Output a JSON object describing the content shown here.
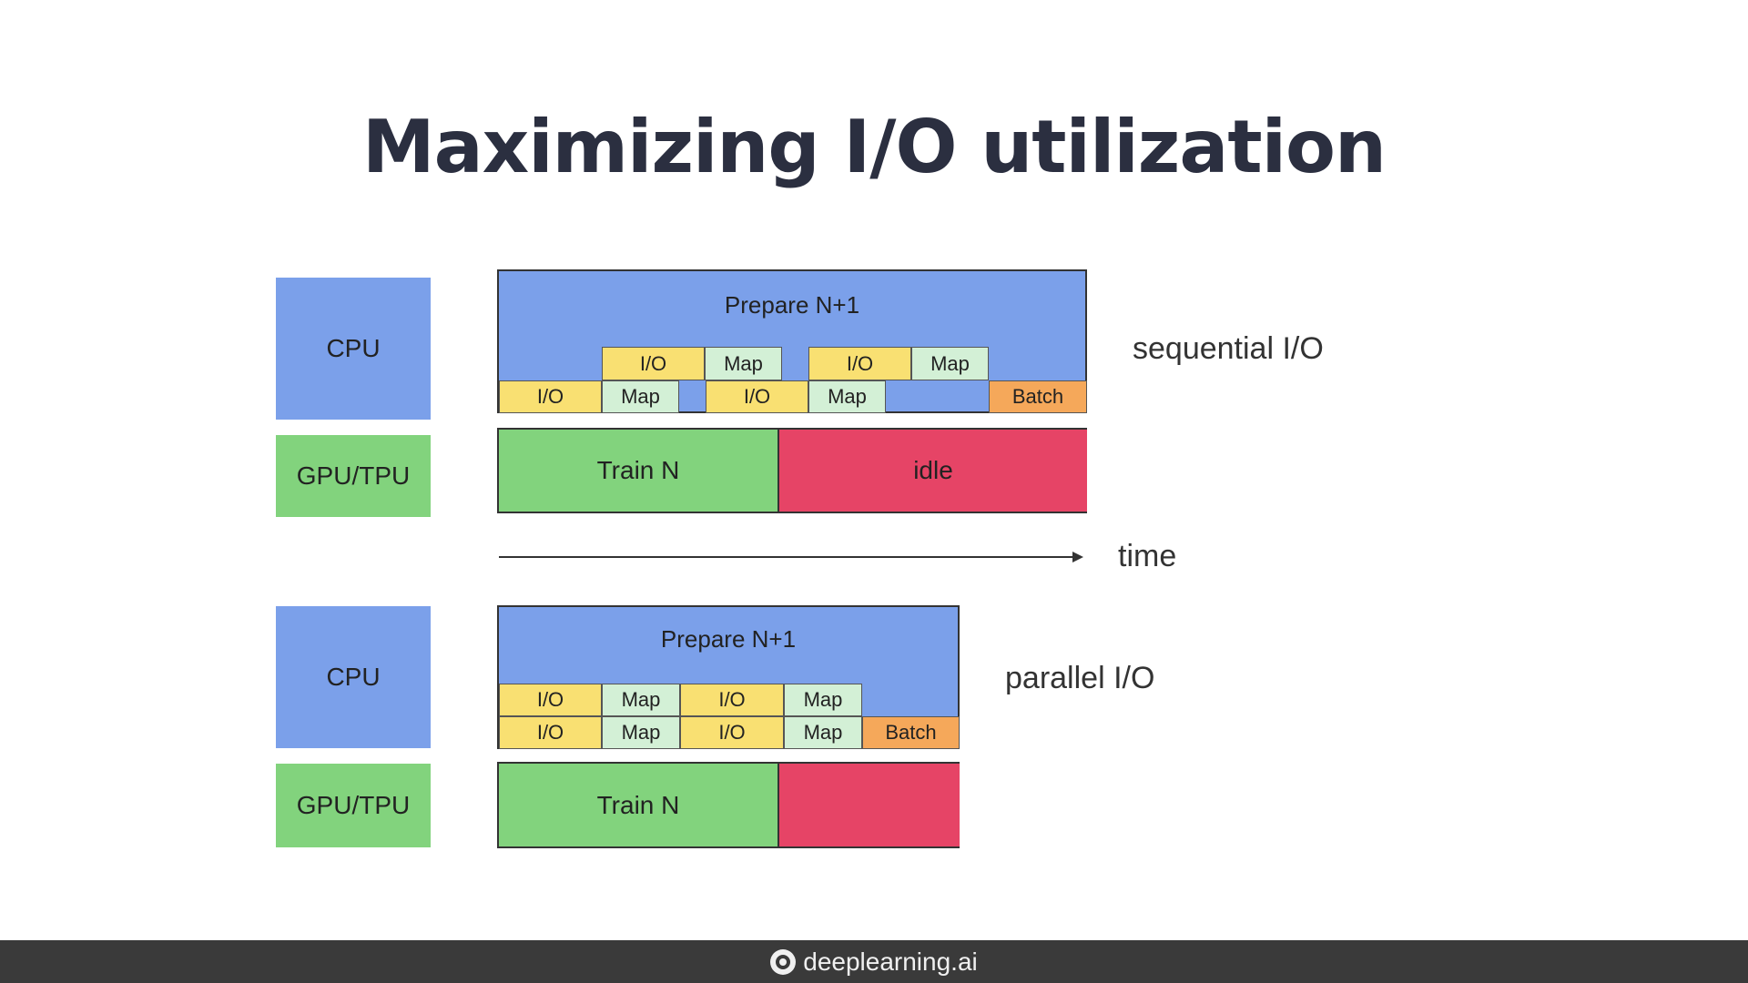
{
  "title": "Maximizing I/O utilization",
  "labels": {
    "cpu": "CPU",
    "gpu": "GPU/TPU"
  },
  "sequential": {
    "label": "sequential I/O",
    "prepare": "Prepare N+1",
    "row_top": [
      "I/O",
      "Map",
      "I/O",
      "Map"
    ],
    "row_bottom": [
      "I/O",
      "Map",
      "I/O",
      "Map",
      "Batch"
    ],
    "train": "Train N",
    "idle": "idle"
  },
  "time_label": "time",
  "parallel": {
    "label": "parallel I/O",
    "prepare": "Prepare N+1",
    "row_top": [
      "I/O",
      "Map",
      "I/O",
      "Map"
    ],
    "row_bottom": [
      "I/O",
      "Map",
      "I/O",
      "Map",
      "Batch"
    ],
    "train": "Train N"
  },
  "footer": {
    "brand": "deeplearning.ai",
    "icon": "deeplearning-logo-icon"
  },
  "colors": {
    "cpu": "#7ba0ea",
    "gpu": "#82d37d",
    "io": "#f9e072",
    "map": "#d3f0d6",
    "batch": "#f5a85a",
    "idle": "#e64466"
  }
}
